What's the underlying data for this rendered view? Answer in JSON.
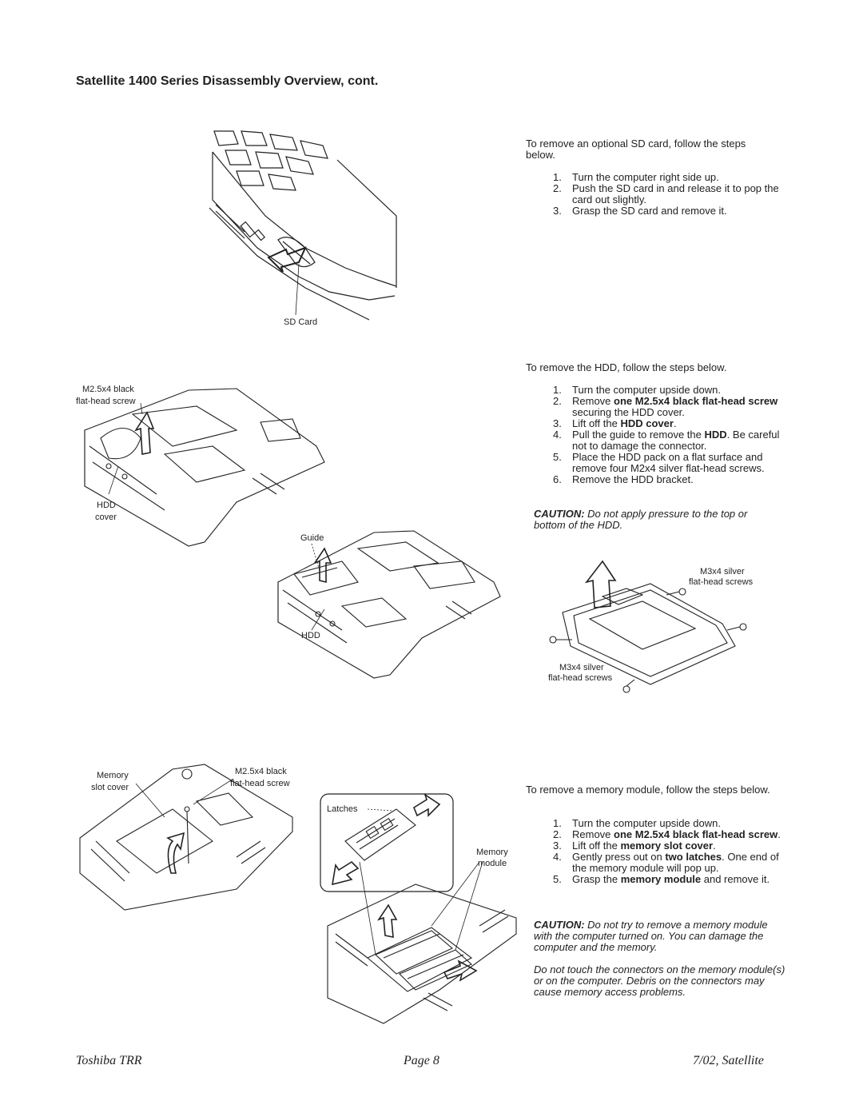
{
  "header": {
    "title": "Satellite 1400 Series Disassembly Overview, cont."
  },
  "sd": {
    "intro": "To remove an optional SD card, follow the steps below.",
    "steps": [
      {
        "num": "1.",
        "parts": [
          "Turn the computer right side up."
        ]
      },
      {
        "num": "2.",
        "parts": [
          "Push the SD card in and release it to pop the card out slightly."
        ]
      },
      {
        "num": "3.",
        "parts": [
          "Grasp the SD card and remove it."
        ]
      }
    ],
    "figure_label": "SD Card"
  },
  "hdd": {
    "intro": "To remove the HDD, follow the steps below.",
    "steps": [
      {
        "num": "1.",
        "parts": [
          "Turn the computer upside down."
        ]
      },
      {
        "num": "2.",
        "parts": [
          "Remove ",
          "one M2.5x4 black flat-head screw",
          " securing the HDD cover."
        ]
      },
      {
        "num": "3.",
        "parts": [
          "Lift off the ",
          "HDD cover",
          "."
        ]
      },
      {
        "num": "4.",
        "parts": [
          "Pull the guide to remove the ",
          "HDD",
          ". Be careful not to damage the connector."
        ]
      },
      {
        "num": "5.",
        "parts": [
          "Place the HDD pack on a flat surface and remove four M2x4 silver flat-head screws."
        ]
      },
      {
        "num": "6.",
        "parts": [
          "Remove the HDD bracket."
        ]
      }
    ],
    "caution_label": "CAUTION:",
    "caution_text": " Do not apply pressure to the top or bottom of the HDD.",
    "labels": {
      "screw_line1": "M2.5x4 black",
      "screw_line2": "flat-head screw",
      "cover_line1": "HDD",
      "cover_line2": "cover",
      "guide": "Guide",
      "hdd": "HDD",
      "silver_top_line1": "M3x4 silver",
      "silver_top_line2": "flat-head screws",
      "silver_bottom_line1": "M3x4 silver",
      "silver_bottom_line2": "flat-head screws"
    }
  },
  "memory": {
    "intro": "To remove a memory module, follow the steps below.",
    "steps": [
      {
        "num": "1.",
        "parts": [
          "Turn the computer upside down."
        ]
      },
      {
        "num": "2.",
        "parts": [
          "Remove ",
          "one M2.5x4 black flat-head screw",
          "."
        ]
      },
      {
        "num": "3.",
        "parts": [
          "Lift off the ",
          "memory slot cover",
          "."
        ]
      },
      {
        "num": "4.",
        "parts": [
          "Gently press out on ",
          "two latches",
          ". One end of the memory module will pop up."
        ]
      },
      {
        "num": "5.",
        "parts": [
          "Grasp the ",
          "memory module",
          " and remove it."
        ]
      }
    ],
    "caution_label": "CAUTION:",
    "caution_text": " Do not try to remove a memory module with the computer turned on. You can damage the computer and the memory.",
    "note": "Do not touch the connectors on the memory module(s) or on the computer. Debris on the connectors may cause memory access problems.",
    "labels": {
      "cover_line1": "Memory",
      "cover_line2": "slot cover",
      "screw_line1": "M2.5x4 black",
      "screw_line2": "flat-head screw",
      "latches": "Latches",
      "module_line1": "Memory",
      "module_line2": "module"
    }
  },
  "footer": {
    "left": "Toshiba TRR",
    "center": "Page 8",
    "right": "7/02, Satellite"
  }
}
